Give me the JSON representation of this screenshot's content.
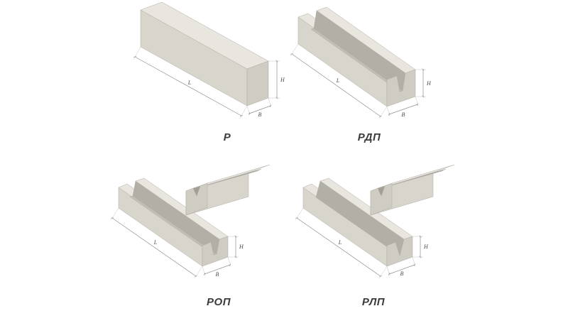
{
  "colors": {
    "background": "#ffffff",
    "face_top": "#e9e6df",
    "face_side": "#d8d5cc",
    "face_end": "#cfccc3",
    "face_notch_wall": "#b2afa6",
    "face_notch_floor": "#c1beb5",
    "face_groove_dark": "#a39f97",
    "edge": "#b0ada5",
    "dim_line": "#8f8f8f",
    "dim_text": "#4a4a4a",
    "label_text": "#3b3b3b"
  },
  "diagrams": [
    {
      "label": "Р",
      "dims": {
        "length": "L",
        "height": "H",
        "width": "B"
      }
    },
    {
      "label": "РДП",
      "dims": {
        "length": "L",
        "height": "H",
        "width": "B"
      }
    },
    {
      "label": "РОП",
      "dims": {
        "length": "L",
        "height": "H",
        "width": "B"
      }
    },
    {
      "label": "РЛП",
      "dims": {
        "length": "L",
        "height": "H",
        "width": "B"
      }
    }
  ]
}
